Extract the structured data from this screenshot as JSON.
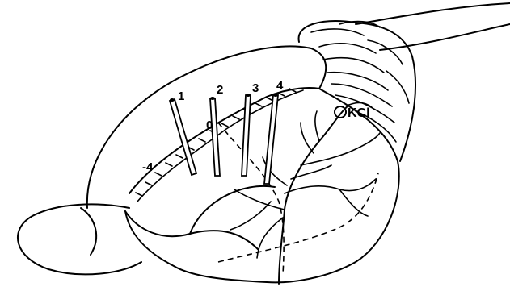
{
  "figure": {
    "electrode_labels": [
      "1",
      "2",
      "3",
      "4"
    ],
    "axis_labels": {
      "origin": "0",
      "rostral": "-4"
    },
    "kcl_label": "KCl"
  }
}
